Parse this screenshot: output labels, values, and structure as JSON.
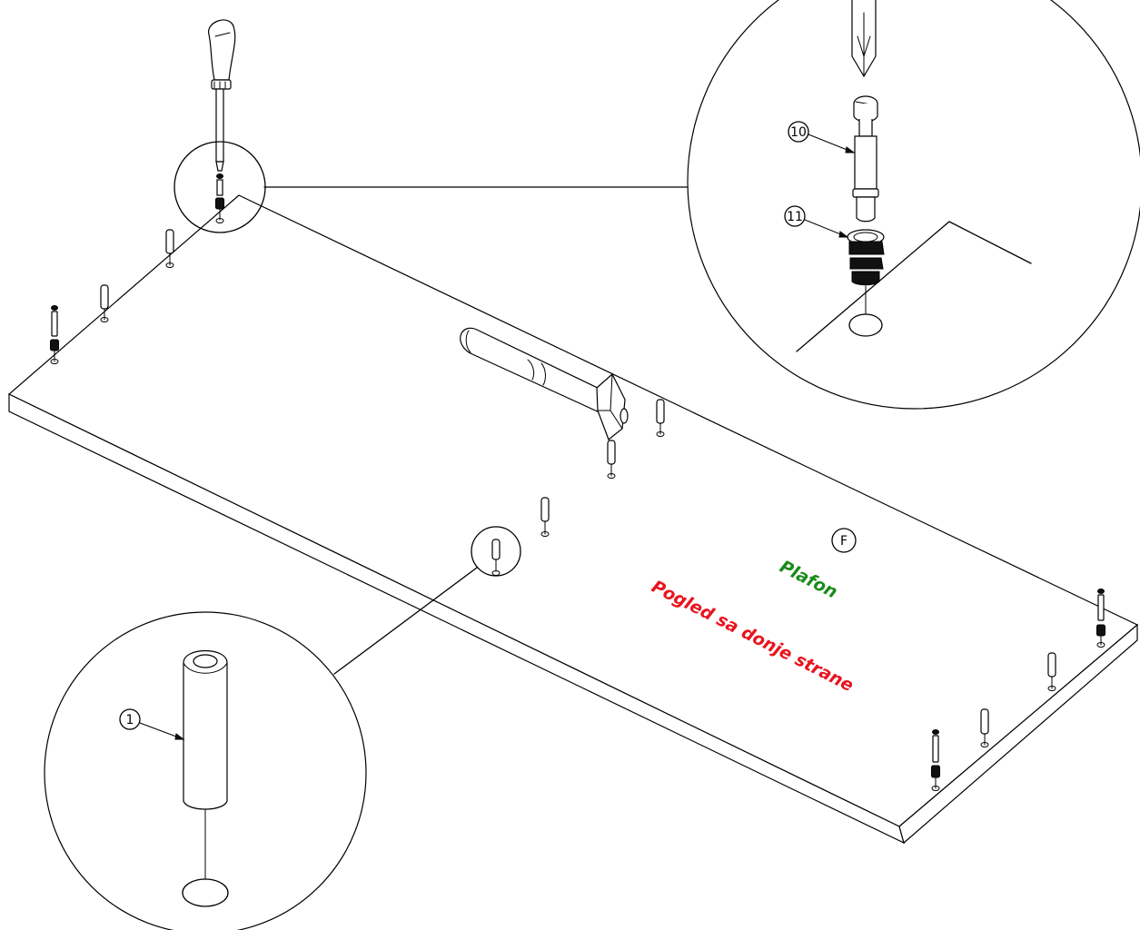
{
  "labels": {
    "part_name": "Plafon",
    "view_note": "Pogled sa donje strane",
    "panel_letter": "F"
  },
  "callouts": {
    "dowel": "1",
    "cam_bolt": "10",
    "cam_insert": "11"
  },
  "colors": {
    "part_name": "#1a8a1a",
    "view_note": "#e8141e",
    "line": "#000000"
  },
  "tools": [
    "screwdriver-icon",
    "hammer-icon"
  ]
}
